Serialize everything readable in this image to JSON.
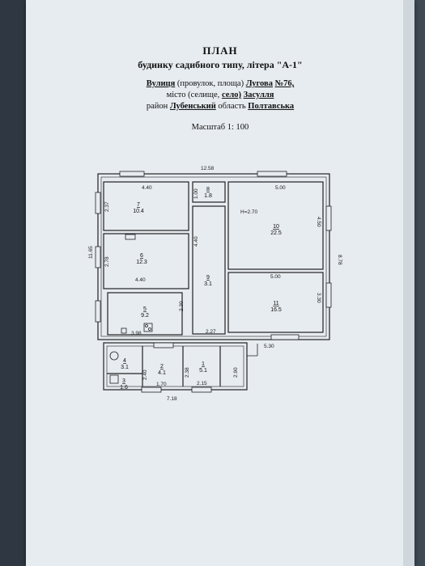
{
  "header": {
    "title": "ПЛАН",
    "subtitle": "будинку садибного типу, літера \"А-1\"",
    "street_word": "Вулиця",
    "street_hint": "(провулок, площа)",
    "street_name": "Лугова",
    "house_number": "№76,",
    "city_hint": "місто (селище,",
    "village_word": "село)",
    "village_name": "Засулля",
    "district_word": "район",
    "district_name": "Лубенський",
    "region_word": "область",
    "region_name": "Полтавська",
    "scale": "Масштаб 1: 100"
  },
  "plan": {
    "rooms": [
      {
        "num": "7",
        "area": "10.4"
      },
      {
        "num": "8",
        "area": "1.8"
      },
      {
        "num": "10",
        "area": "22.5"
      },
      {
        "num": "6",
        "area": "12.3"
      },
      {
        "num": "9",
        "area": "3.1"
      },
      {
        "num": "5",
        "area": "9.2"
      },
      {
        "num": "11",
        "area": "16.5"
      },
      {
        "num": "4",
        "area": "3.1"
      },
      {
        "num": "3",
        "area": "1.6"
      },
      {
        "num": "2",
        "area": "4.1"
      },
      {
        "num": "1",
        "area": "5.1"
      }
    ],
    "dims": {
      "overall_top": "12.58",
      "top_left": "4.40",
      "top_right": "5.00",
      "height_label": "H=2.70",
      "left_overall": "11.65",
      "right_overall": "8.78",
      "r7_h": "2.37",
      "r8_h": "1.00",
      "r10_h": "4.50",
      "r6_h": "2.78",
      "corr_h": "4.40",
      "mid_left": "4.40",
      "mid_right": "5.00",
      "r5_h": "2.30",
      "r11_h": "3.30",
      "bottom_398": "3.98",
      "bottom_227": "2.27",
      "bottom_530": "5.30",
      "ext_240": "2.40",
      "ext_238": "2.38",
      "ext_290": "2.90",
      "ext_170": "1.70",
      "ext_215": "2.15",
      "ext_718": "7.18"
    }
  }
}
